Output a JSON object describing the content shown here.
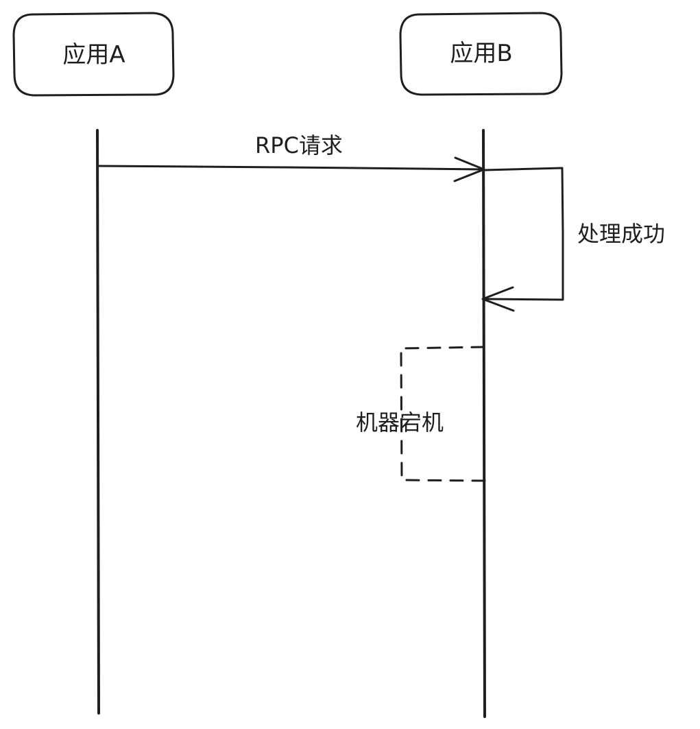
{
  "actors": [
    {
      "label": "应用A"
    },
    {
      "label": "应用B"
    }
  ],
  "messages": [
    {
      "label": "RPC请求",
      "from": "应用A",
      "to": "应用B",
      "type": "arrow"
    },
    {
      "label": "处理成功",
      "from": "应用B",
      "to": "应用B",
      "type": "self-loop"
    }
  ],
  "annotations": [
    {
      "label": "机器宕机",
      "style": "dashed-box"
    }
  ],
  "colors": {
    "stroke": "#1e1e1e",
    "background": "#ffffff"
  }
}
